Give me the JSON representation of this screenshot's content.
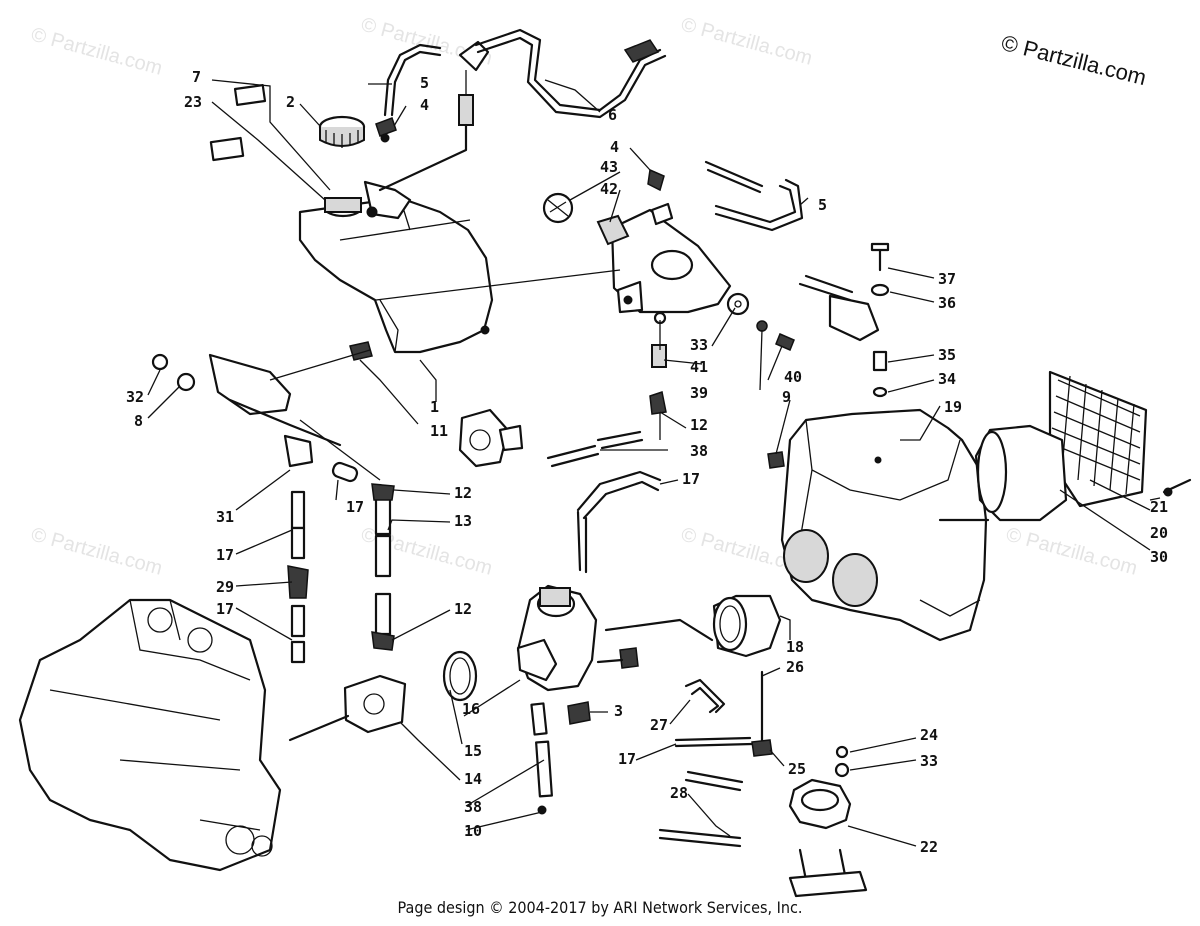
{
  "brand": "© Partzilla.com",
  "watermark": "© Partzilla.com",
  "footer": "Page design © 2004-2017 by ARI Network Services, Inc.",
  "callouts": [
    "7",
    "23",
    "2",
    "5",
    "4",
    "6",
    "4",
    "43",
    "42",
    "5",
    "1",
    "11",
    "32",
    "8",
    "33",
    "41",
    "39",
    "40",
    "12",
    "38",
    "37",
    "36",
    "35",
    "34",
    "19",
    "9",
    "21",
    "20",
    "30",
    "31",
    "17",
    "12",
    "13",
    "17",
    "17",
    "29",
    "17",
    "12",
    "18",
    "26",
    "3",
    "16",
    "15",
    "14",
    "38",
    "10",
    "27",
    "17",
    "25",
    "24",
    "33",
    "28",
    "22"
  ]
}
